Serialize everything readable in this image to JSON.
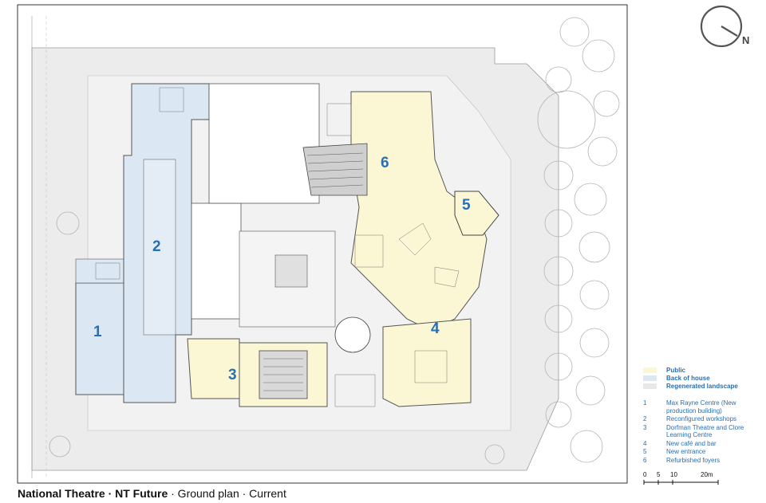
{
  "caption": {
    "bold": "National Theatre · NT Future",
    "rest": " · Ground plan · Current"
  },
  "north_label": "N",
  "zones": [
    {
      "id": "1",
      "label": "1"
    },
    {
      "id": "2",
      "label": "2"
    },
    {
      "id": "3",
      "label": "3"
    },
    {
      "id": "4",
      "label": "4"
    },
    {
      "id": "5",
      "label": "5"
    },
    {
      "id": "6",
      "label": "6"
    }
  ],
  "legend": {
    "keys": [
      {
        "label": "Public",
        "color": "#fbf6d3"
      },
      {
        "label": "Back of house",
        "color": "#dbe7f3"
      },
      {
        "label": "Regenerated landscape",
        "color": "#e8e8e8"
      }
    ],
    "items": [
      {
        "num": "1",
        "text": "Max Rayne Centre (New production building)"
      },
      {
        "num": "2",
        "text": "Reconfigured workshops"
      },
      {
        "num": "3",
        "text": "Dorfman Theatre and Clore Learning Centre"
      },
      {
        "num": "4",
        "text": "New café and bar"
      },
      {
        "num": "5",
        "text": "New entrance"
      },
      {
        "num": "6",
        "text": "Refurbished foyers"
      }
    ]
  },
  "scale": {
    "ticks": [
      "0",
      "5",
      "10",
      "20m"
    ]
  },
  "colors": {
    "public": "#fbf6d3",
    "back_of_house": "#dbe7f3",
    "landscape": "#e8e8e8",
    "number_blue": "#2a6fb0"
  }
}
